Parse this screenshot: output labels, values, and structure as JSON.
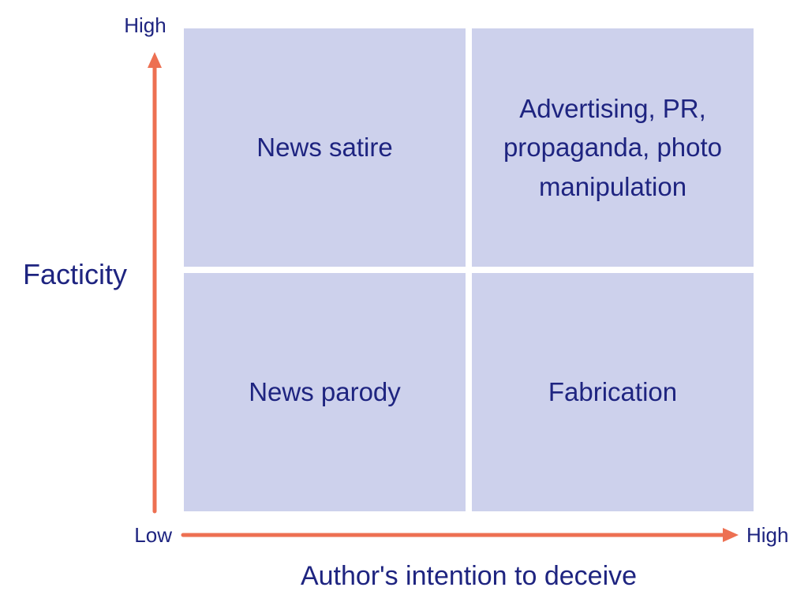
{
  "matrix": {
    "quadrants": [
      {
        "id": "top-left",
        "position": "high-facticity-low-intention",
        "label": "News satire"
      },
      {
        "id": "top-right",
        "position": "high-facticity-high-intention",
        "label": "Advertising, PR, propaganda, photo manipulation"
      },
      {
        "id": "bottom-left",
        "position": "low-facticity-low-intention",
        "label": "News parody"
      },
      {
        "id": "bottom-right",
        "position": "low-facticity-high-intention",
        "label": "Fabrication"
      }
    ]
  },
  "axes": {
    "y": {
      "title": "Facticity",
      "top_label": "High",
      "bottom_label": "Low"
    },
    "x": {
      "title": "Author's intention to deceive",
      "left_label": "Low",
      "right_label": "High"
    }
  },
  "icons": {
    "y_axis": "up-arrow-icon",
    "x_axis": "right-arrow-icon"
  },
  "colors": {
    "quadrant_bg": "#cdd1ec",
    "text": "#1e2480",
    "arrow": "#ed7052",
    "page_bg": "#ffffff"
  }
}
